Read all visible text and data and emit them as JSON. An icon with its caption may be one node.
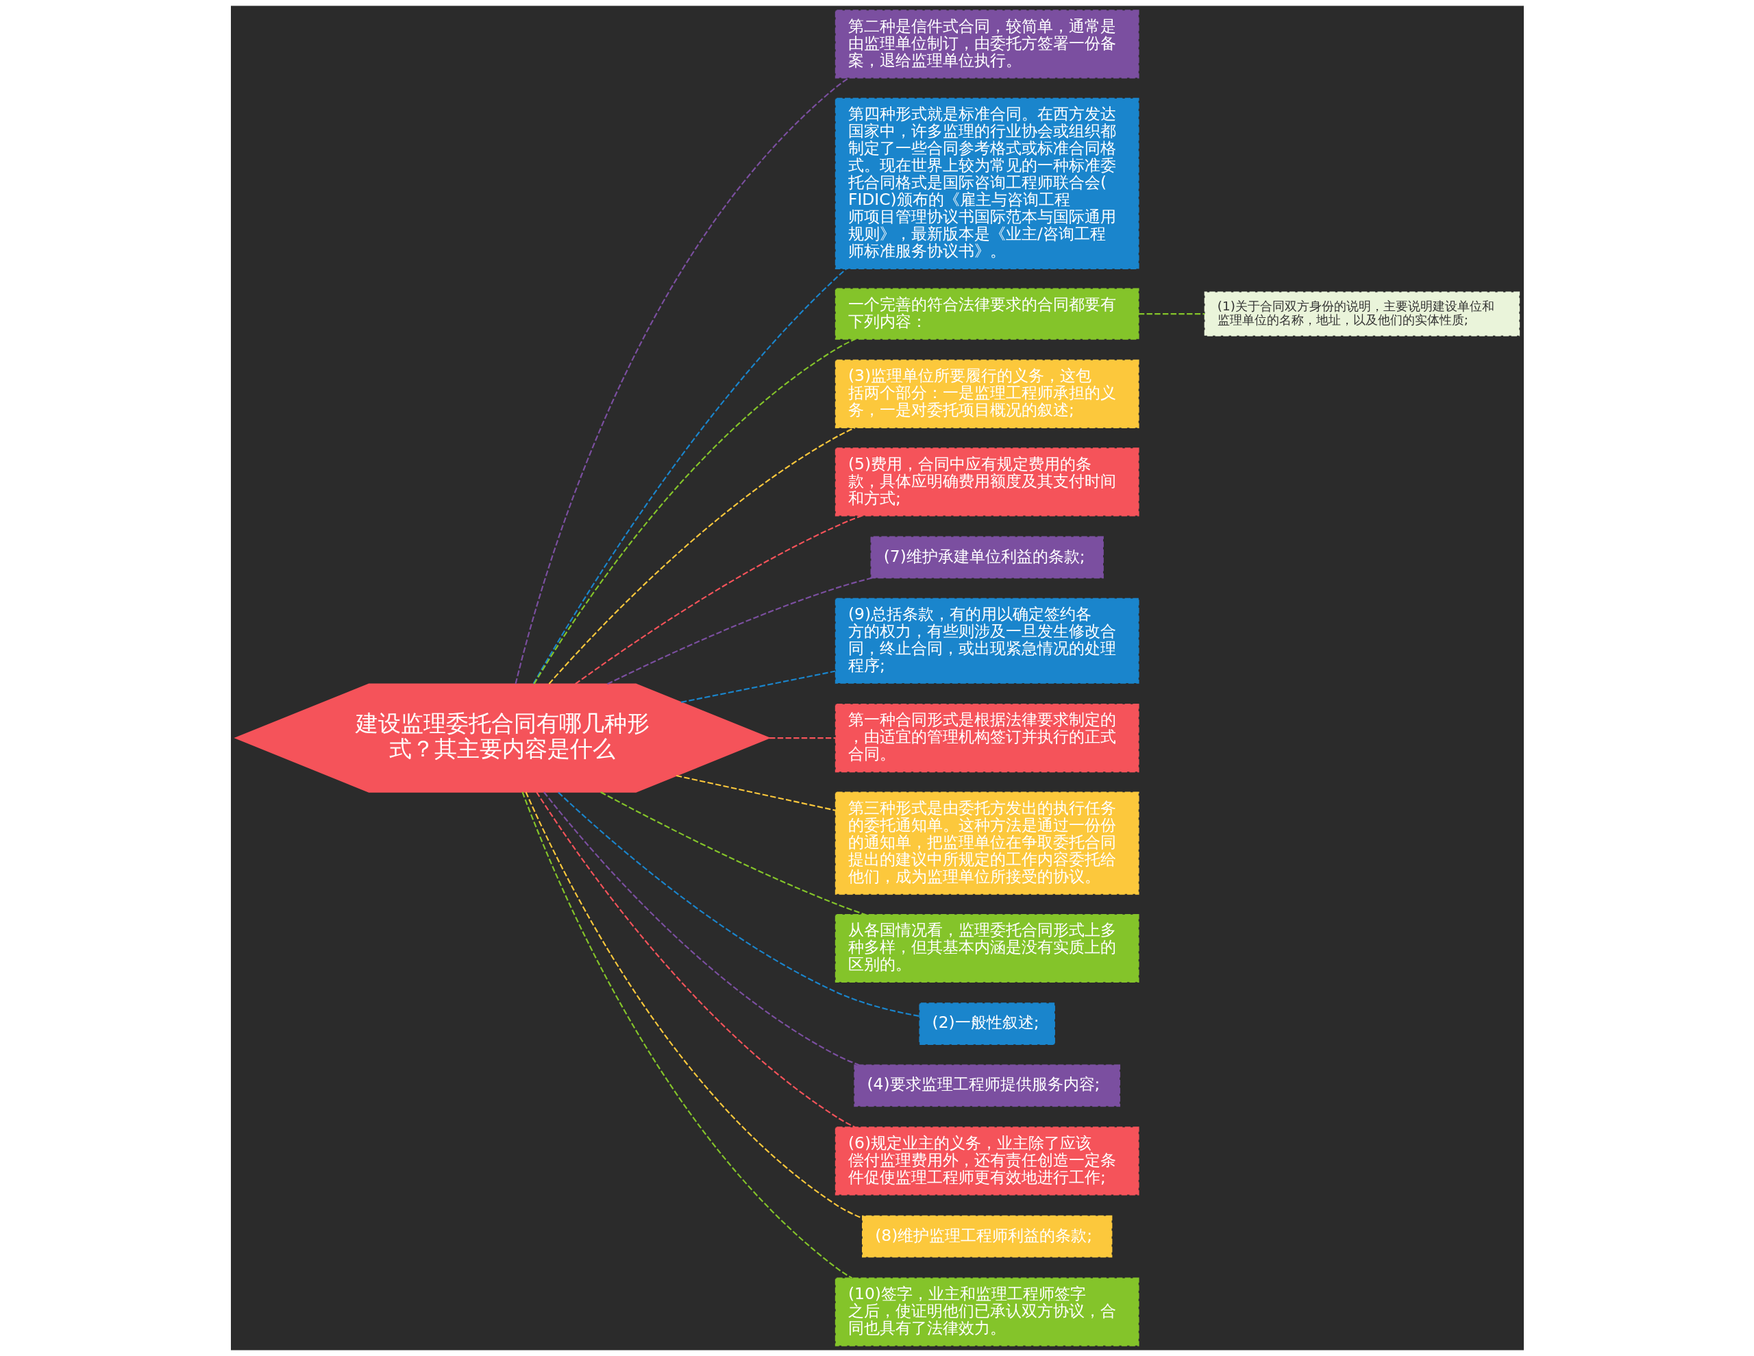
{
  "diagram": {
    "nodes": [
      {
        "text": [
          "建设监理委托合同有哪几种形式？其主要内容是什么"
        ]
      },
      {
        "text": [
          "第二种是信件式合同，较简单，通常是由监理单位制订，由委托方签署一份备案，退给监理单位执行。"
        ]
      },
      {
        "text": [
          "第四种形式就是标准合同。在西方发达国家中，许多监理的行业协会或组织都制定了一些合同参考格式或标准合同格式。现在世界上较为常见的一种标准委托合同格式是国际咨询工程师联合会(FIDIC)颁布的《雇主与咨询工程师项目管理协议书国际范本与国际通用规则》，最新版本是《业主/咨询工程师标准服务协议书》。"
        ]
      },
      {
        "text": [
          "一个完善的符合法律要求的合同都要有下列内容："
        ]
      },
      {
        "text": [
          "(1)关于合同双方身份的说明，主要说明建设单位和监理单位的名称，地址，以及他们的实体性质;"
        ]
      },
      {
        "text": [
          "(3)监理单位所要履行的义务，这包括两个部分：一是监理工程师承担的义务，一是对委托项目概况的叙述;"
        ]
      },
      {
        "text": [
          "(5)费用，合同中应有规定费用的条款，具体应明确费用额度及其支付时间和方式;"
        ]
      },
      {
        "text": [
          "(7)维护承建单位利益的条款;"
        ]
      },
      {
        "text": [
          "(9)总括条款，有的用以确定签约各方的权力，有些则涉及一旦发生修改合同，终止合同，或出现紧急情况的处理程序;"
        ]
      },
      {
        "text": [
          "第一种合同形式是根据法律要求制定的，由适宜的管理机构签订并执行的正式合同。"
        ]
      },
      {
        "text": [
          "第三种形式是由委托方发出的执行任务的委托通知单。这种方法是通过一份份的通知单，把监理单位在争取委托合同提出的建议中所规定的工作内容委托给他们，成为监理单位所接受的协议。"
        ]
      },
      {
        "text": [
          "从各国情况看，监理委托合同形式上多种多样，但其基本内涵是没有实质上的区别的。"
        ]
      },
      {
        "text": [
          "(2)一般性叙述;"
        ]
      },
      {
        "text": [
          "(4)要求监理工程师提供服务内容;"
        ]
      },
      {
        "text": [
          "(6)规定业主的义务，业主除了应该偿付监理费用外，还有责任创造一定条件促使监理工程师更有效地进行工作;"
        ]
      },
      {
        "text": [
          "(8)维护监理工程师利益的条款;"
        ]
      },
      {
        "text": [
          "(10)签字，业主和监理工程师签字之后，使证明他们已承认双方协议，合同也具有了法律效力。"
        ]
      }
    ],
    "edges": [
      {
        "from": 0,
        "to": 1,
        "arrow": "none",
        "style": "dashed",
        "color": "#7b4fa0"
      },
      {
        "from": 0,
        "to": 2,
        "arrow": "none",
        "style": "dashed",
        "color": "#1a85cc"
      },
      {
        "from": 0,
        "to": 3,
        "arrow": "none",
        "style": "dashed",
        "color": "#84c42a"
      },
      {
        "from": 3,
        "to": 4,
        "arrow": "none",
        "style": "dashed",
        "color": "#84c42a"
      },
      {
        "from": 0,
        "to": 5,
        "arrow": "none",
        "style": "dashed",
        "color": "#fcc83c"
      },
      {
        "from": 0,
        "to": 6,
        "arrow": "none",
        "style": "dashed",
        "color": "#f5535a"
      },
      {
        "from": 0,
        "to": 7,
        "arrow": "none",
        "style": "dashed",
        "color": "#7b4fa0"
      },
      {
        "from": 0,
        "to": 8,
        "arrow": "none",
        "style": "dashed",
        "color": "#1a85cc"
      },
      {
        "from": 0,
        "to": 9,
        "arrow": "none",
        "style": "dashed",
        "color": "#f5535a"
      },
      {
        "from": 0,
        "to": 10,
        "arrow": "none",
        "style": "dashed",
        "color": "#fcc83c"
      },
      {
        "from": 0,
        "to": 11,
        "arrow": "none",
        "style": "dashed",
        "color": "#84c42a"
      },
      {
        "from": 0,
        "to": 12,
        "arrow": "none",
        "style": "dashed",
        "color": "#1a85cc"
      },
      {
        "from": 0,
        "to": 13,
        "arrow": "none",
        "style": "dashed",
        "color": "#7b4fa0"
      },
      {
        "from": 0,
        "to": 14,
        "arrow": "none",
        "style": "dashed",
        "color": "#f5535a"
      },
      {
        "from": 0,
        "to": 15,
        "arrow": "none",
        "style": "dashed",
        "color": "#fcc83c"
      },
      {
        "from": 0,
        "to": 16,
        "arrow": "none",
        "style": "dashed",
        "color": "#84c42a"
      }
    ]
  }
}
